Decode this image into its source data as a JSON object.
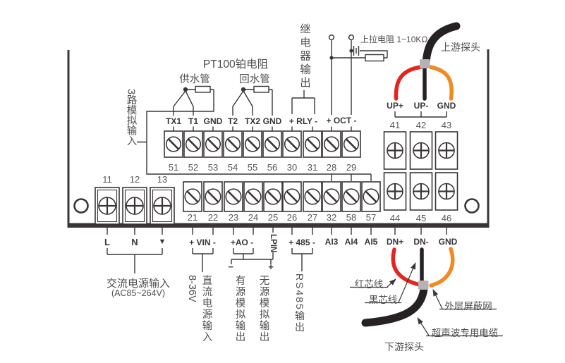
{
  "colors": {
    "ink": "#3a3637",
    "text": "#514d4e",
    "number": "#5b5757",
    "red": "#e6231e",
    "orange": "#f28a23",
    "cable": "#262122",
    "sleeve": "#b5b3b3"
  },
  "sensors": {
    "title": "PT100铂电阻",
    "supply_pipe": "供水管",
    "return_pipe": "回水管"
  },
  "side_labels": {
    "analog_input": "3路模拟输入",
    "relay_output": "继电器输出",
    "pullup_resistor": "上拉电阻 1~10KΩ"
  },
  "terminal_rows": {
    "top": {
      "labels": [
        "TX1",
        "T1",
        "GND",
        "T2",
        "TX2",
        "GND"
      ],
      "relay_label": "+ RLY -",
      "oct_label": "+ OCT -",
      "numbers": [
        "51",
        "52",
        "53",
        "54",
        "55",
        "56",
        "30",
        "31",
        "28",
        "29"
      ]
    },
    "bottom": {
      "numbers": [
        "21",
        "22",
        "23",
        "24",
        "25",
        "26",
        "27",
        "32",
        "58",
        "57"
      ]
    },
    "left": {
      "numbers": [
        "11",
        "12",
        "13"
      ]
    },
    "right_top": {
      "labels": [
        "UP+",
        "UP-",
        "GND"
      ],
      "numbers": [
        "41",
        "42",
        "43"
      ]
    },
    "right_bottom": {
      "labels": [
        "DN+",
        "DN-",
        "GND"
      ],
      "numbers": [
        "44",
        "45",
        "46"
      ]
    }
  },
  "bottom_labels": {
    "live": "L",
    "neutral": "N",
    "earth": "▼",
    "vin": "+ VIN -",
    "ao": "+AO -",
    "lpin": "LPIN",
    "rs485": "+ 485 -",
    "ai": [
      "AI3",
      "AI4",
      "AI5"
    ],
    "minus": "−",
    "plus": "+",
    "ac_input": "交流电源输入",
    "ac_range": "(AC85~264V)",
    "dc_voltage": "8-36V",
    "dc_input": "直流电源输入",
    "active_analog_out": "有源模拟输出",
    "passive_analog_out": "无源模拟输出",
    "rs485_out": "RS485输出"
  },
  "probes": {
    "upstream": "上游探头",
    "downstream": "下游探头",
    "red_core": "红芯线",
    "black_core": "黑芯线",
    "shield": "外层屏蔽网",
    "cable": "超声波专用电缆"
  }
}
